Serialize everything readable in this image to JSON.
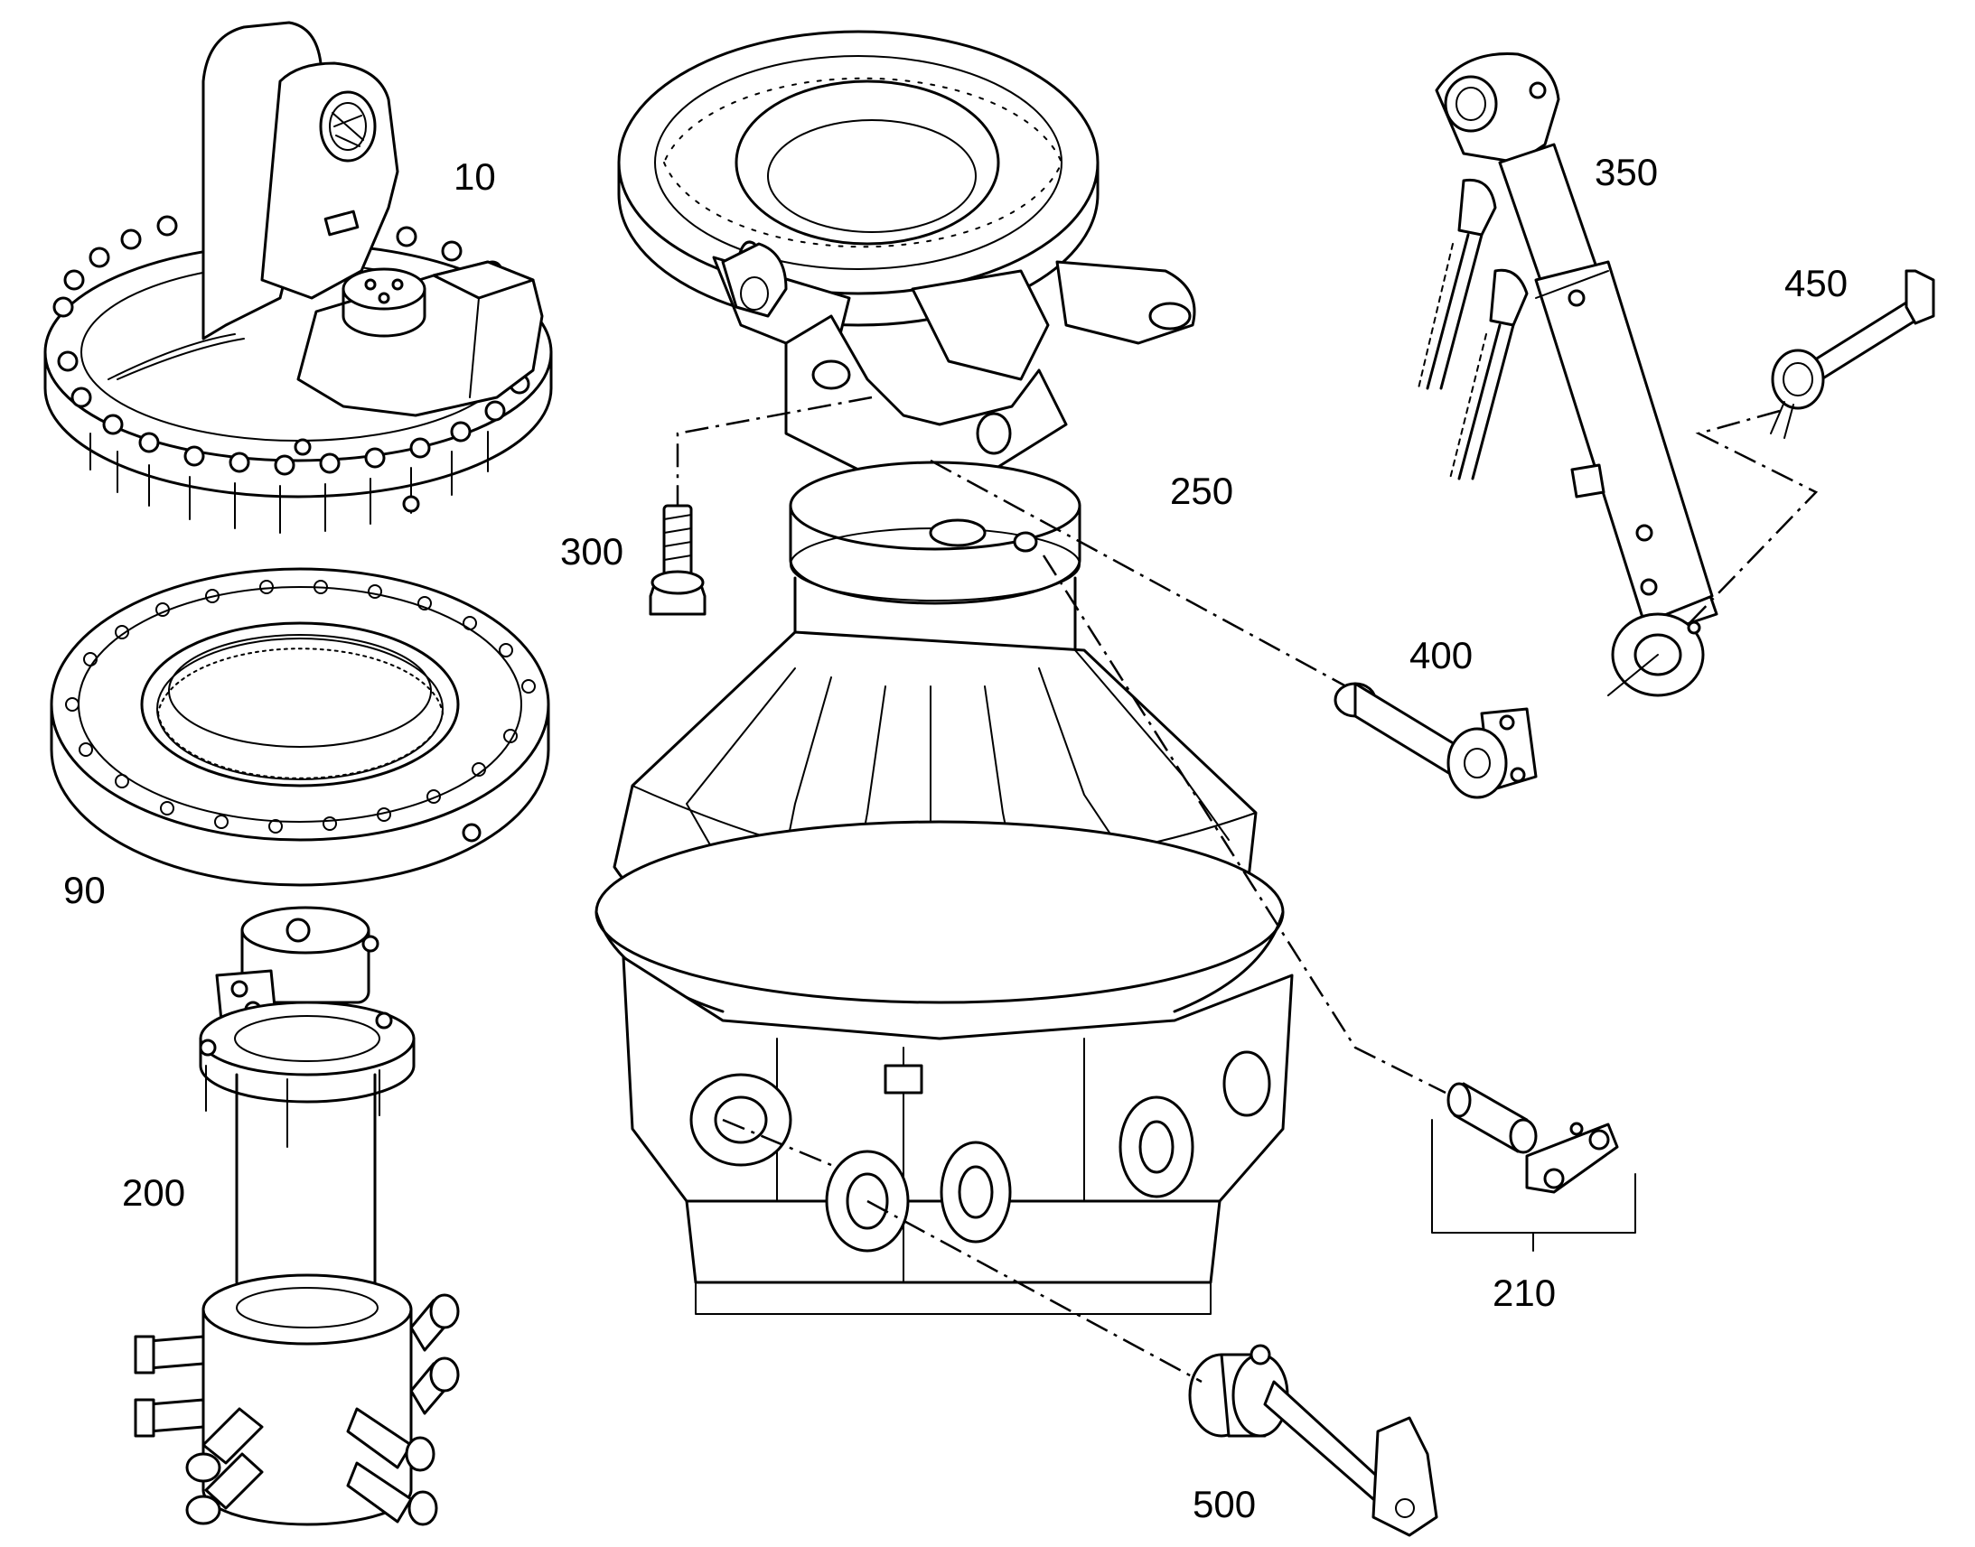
{
  "callouts": {
    "p10": "10",
    "p90": "90",
    "p200": "200",
    "p210": "210",
    "p250": "250",
    "p300": "300",
    "p350": "350",
    "p400": "400",
    "p450": "450",
    "p500": "500"
  }
}
